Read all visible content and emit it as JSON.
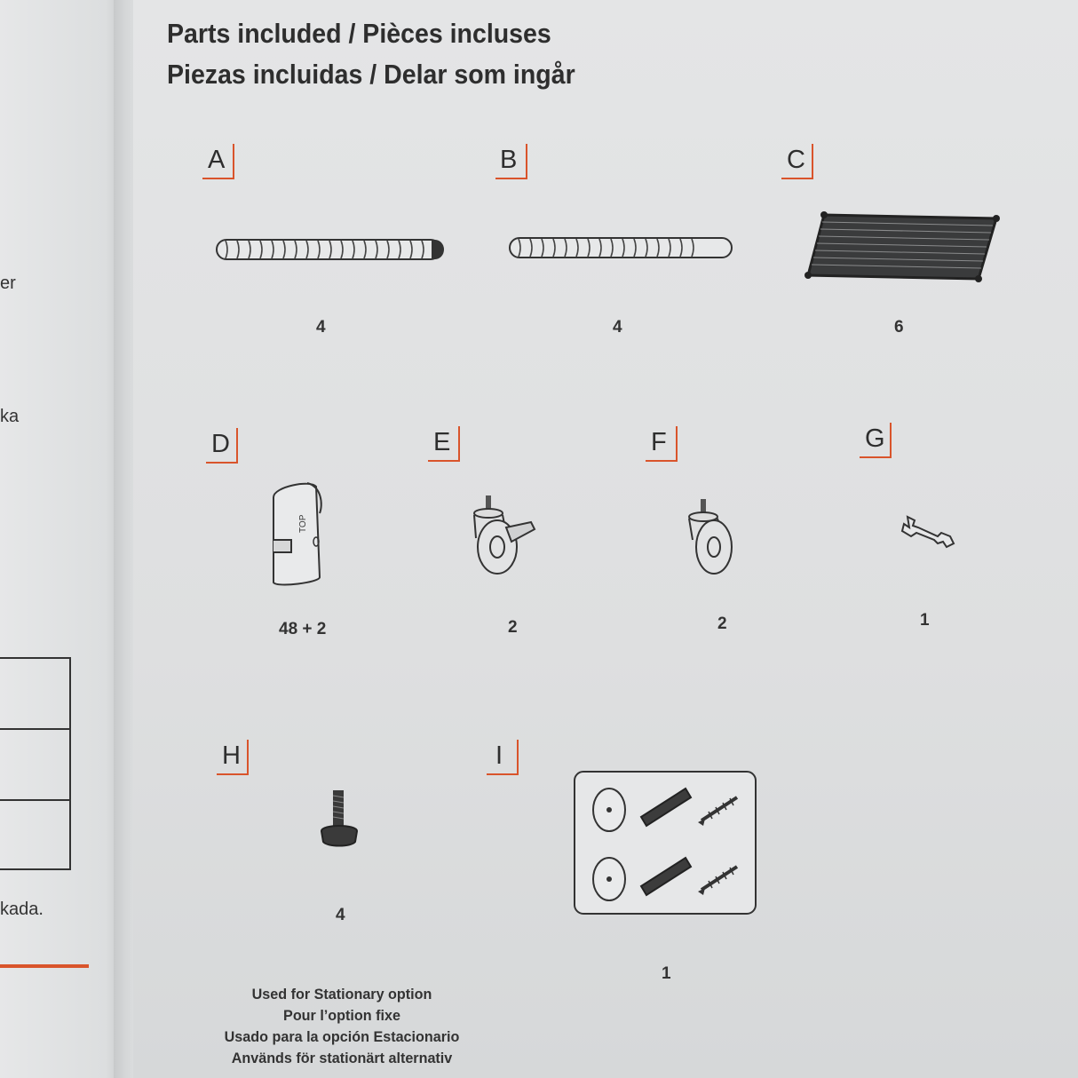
{
  "title": {
    "line1": "Parts included / Pièces incluses",
    "line2": "Piezas incluidas / Delar som ingår"
  },
  "left_fragments": [
    "er",
    "ka",
    "kada."
  ],
  "parts": [
    {
      "id": "A",
      "qty": "4",
      "icon": "pole-icon"
    },
    {
      "id": "B",
      "qty": "4",
      "icon": "pole-icon"
    },
    {
      "id": "C",
      "qty": "6",
      "icon": "wire-shelf-icon"
    },
    {
      "id": "D",
      "qty": "48 + 2",
      "icon": "sleeve-clip-icon"
    },
    {
      "id": "E",
      "qty": "2",
      "icon": "locking-caster-icon"
    },
    {
      "id": "F",
      "qty": "2",
      "icon": "caster-icon"
    },
    {
      "id": "G",
      "qty": "1",
      "icon": "wrench-icon"
    },
    {
      "id": "H",
      "qty": "4",
      "icon": "leveling-foot-icon"
    },
    {
      "id": "I",
      "qty": "1",
      "icon": "wall-mount-kit-icon"
    }
  ],
  "clip_marking": "TOP",
  "note": [
    "Used for Stationary option",
    "Pour l’option fixe",
    "Usado para la opción Estacionario",
    "Används för stationärt alternativ"
  ],
  "colors": {
    "accent": "#d9542b",
    "ink": "#2e2e2e",
    "paper": "#e2e3e4"
  }
}
